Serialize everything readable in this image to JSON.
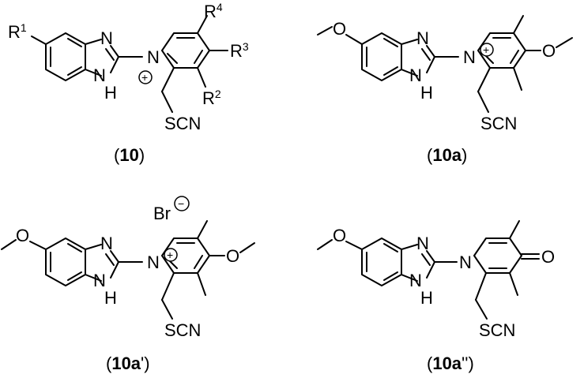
{
  "atoms": {
    "N": "N",
    "NH_N": "N",
    "NH_H": "H",
    "O": "O",
    "SCN": "SCN",
    "Br": "Br",
    "plus": "+",
    "minus": "−"
  },
  "substituents": {
    "R1": {
      "base": "R",
      "sup": "1"
    },
    "R2": {
      "base": "R",
      "sup": "2"
    },
    "R3": {
      "base": "R",
      "sup": "3"
    },
    "R4": {
      "base": "R",
      "sup": "4"
    }
  },
  "compounds": [
    {
      "id": "10",
      "caption_pre": "(",
      "caption_bold": "10",
      "caption_post": ")"
    },
    {
      "id": "10a",
      "caption_pre": "(",
      "caption_bold": "10a",
      "caption_post": ")"
    },
    {
      "id": "10a-prime",
      "caption_pre": "(",
      "caption_bold": "10a",
      "caption_post": "')"
    },
    {
      "id": "10a-double-prime",
      "caption_pre": "(",
      "caption_bold": "10a",
      "caption_post": "'')"
    }
  ]
}
